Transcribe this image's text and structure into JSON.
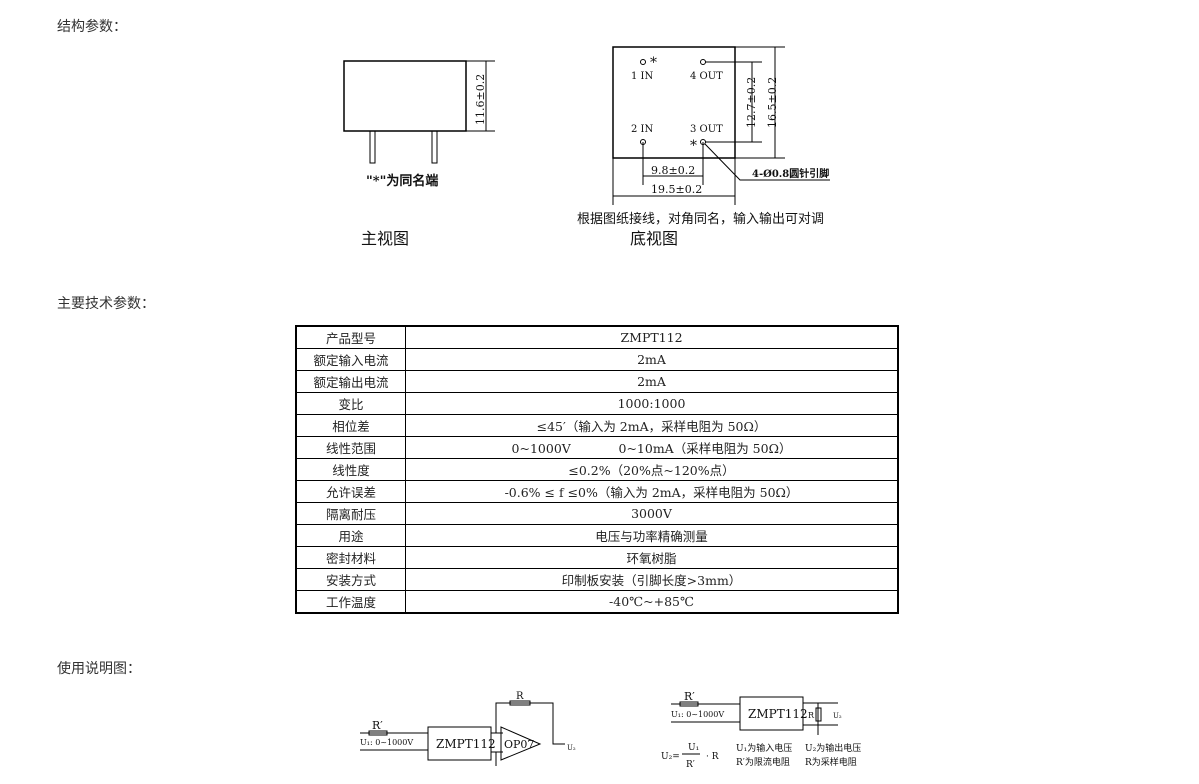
{
  "headings": {
    "structure": "结构参数：",
    "params": "主要技术参数：",
    "usage": "使用说明图："
  },
  "front_view": {
    "dim_height": "11.6±0.2",
    "note": "\"*\"为同名端",
    "caption": "主视图"
  },
  "bottom_view": {
    "pin1": "1 IN",
    "pin2": "2 IN",
    "pin3": "3 OUT",
    "pin4": "4 OUT",
    "dim_inner_h": "12.7±0.2",
    "dim_outer_h": "16.5±0.2",
    "dim_pin_w": "9.8±0.2",
    "dim_outer_w": "19.5±0.2",
    "pin_note": "4-Ø0.8圆针引脚",
    "wiring_note": "根据图纸接线，对角同名，输入输出可对调",
    "caption": "底视图"
  },
  "spec_table": [
    {
      "k": "产品型号",
      "v": "ZMPT112"
    },
    {
      "k": "额定输入电流",
      "v": "2mA"
    },
    {
      "k": "额定输出电流",
      "v": "2mA"
    },
    {
      "k": "变比",
      "v": "1000:1000"
    },
    {
      "k": "相位差",
      "v": "≤45′（输入为 2mA，采样电阻为 50Ω）"
    },
    {
      "k": "线性范围",
      "v": "0~1000V            0~10mA（采样电阻为 50Ω）"
    },
    {
      "k": "线性度",
      "v": "≤0.2%（20%点~120%点）"
    },
    {
      "k": "允许误差",
      "v": "-0.6% ≤ f ≤0%（输入为 2mA，采样电阻为 50Ω）"
    },
    {
      "k": "隔离耐压",
      "v": "3000V"
    },
    {
      "k": "用途",
      "v": "电压与功率精确测量"
    },
    {
      "k": "密封材料",
      "v": "环氧树脂"
    },
    {
      "k": "安装方式",
      "v": "印制板安装（引脚长度>3mm）"
    },
    {
      "k": "工作温度",
      "v": "-40℃~+85℃"
    }
  ],
  "circuit1": {
    "r_in": "R′",
    "input": "U₁: 0~1000V",
    "device": "ZMPT112",
    "opamp": "OP07",
    "r_fb": "R",
    "output": "U₂"
  },
  "circuit2": {
    "r_in": "R′",
    "input": "U₁: 0~1000V",
    "device": "ZMPT112",
    "r_s": "R",
    "output": "U₂",
    "formula_lhs": "U₂=",
    "formula_num": "U₁",
    "formula_den": "R′",
    "formula_rhs": "· R",
    "legend1": "U₁为输入电压",
    "legend2": "R′为限流电阻",
    "legend3": "U₂为输出电压",
    "legend4": "R为采样电阻"
  }
}
